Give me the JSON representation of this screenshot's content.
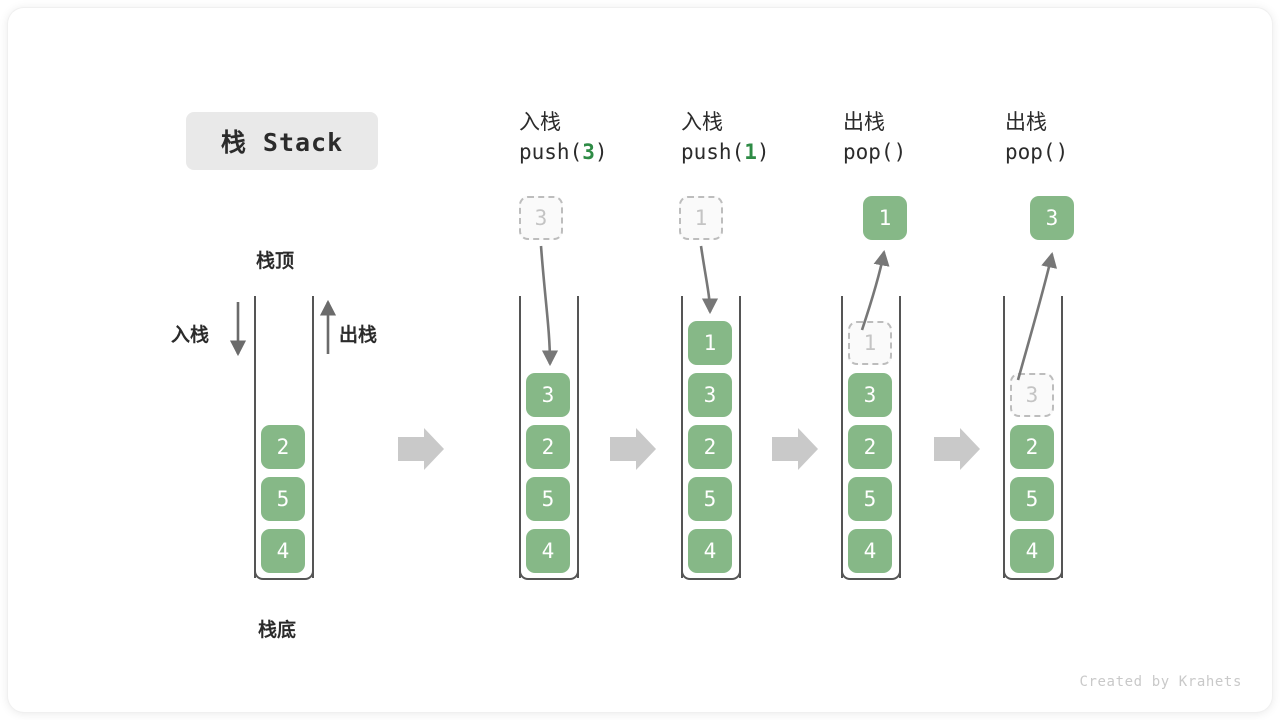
{
  "title": {
    "chip_label": "栈 Stack"
  },
  "legend": {
    "top_label": "栈顶",
    "bottom_label": "栈底",
    "push_label": "入栈",
    "pop_label": "出栈"
  },
  "watermark": "Created by Krahets",
  "colors": {
    "cell_fill": "#86b887",
    "cell_text": "#ffffff",
    "ghost_fill": "#fafafa",
    "ghost_border": "#bdbdbd",
    "ghost_text": "#c4c4c4",
    "accent_green": "#2e8b45",
    "wall": "#555555",
    "arrow": "#6b6b6b",
    "flow_arrow": "#c9c9c9",
    "chip_bg": "#e9e9e9",
    "text": "#2b2b2b"
  },
  "columns": [
    {
      "id": "initial",
      "head_line1": "",
      "head_line2": "",
      "head_arg": "",
      "cells": [
        "2",
        "5",
        "4"
      ],
      "floating": null,
      "ghost_index": null
    },
    {
      "id": "push-3",
      "head_line1": "入栈",
      "head_line2_prefix": "push(",
      "head_arg": "3",
      "head_line2_suffix": ")",
      "cells": [
        "3",
        "2",
        "5",
        "4"
      ],
      "floating": {
        "value": "3",
        "kind": "ghost"
      },
      "ghost_index": null
    },
    {
      "id": "push-1",
      "head_line1": "入栈",
      "head_line2_prefix": "push(",
      "head_arg": "1",
      "head_line2_suffix": ")",
      "cells": [
        "1",
        "3",
        "2",
        "5",
        "4"
      ],
      "floating": {
        "value": "1",
        "kind": "ghost"
      },
      "ghost_index": null
    },
    {
      "id": "pop-1",
      "head_line1": "出栈",
      "head_line2_prefix": "pop(",
      "head_arg": "",
      "head_line2_suffix": ")",
      "cells": [
        "1",
        "3",
        "2",
        "5",
        "4"
      ],
      "floating": {
        "value": "1",
        "kind": "solid"
      },
      "ghost_index": 0
    },
    {
      "id": "pop-3",
      "head_line1": "出栈",
      "head_line2_prefix": "pop(",
      "head_arg": "",
      "head_line2_suffix": ")",
      "cells": [
        "3",
        "2",
        "5",
        "4"
      ],
      "floating": {
        "value": "3",
        "kind": "solid"
      },
      "ghost_index": 0
    }
  ],
  "flow_arrows_count": 4
}
